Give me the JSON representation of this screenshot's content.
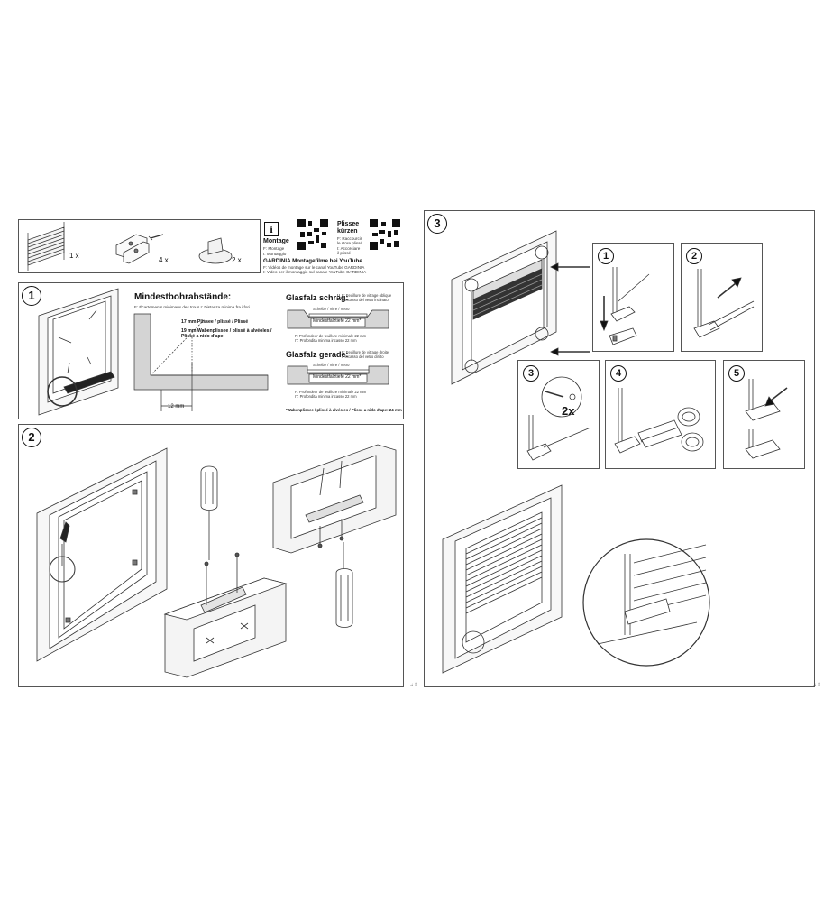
{
  "parts": {
    "qty_1": "1 x",
    "qty_2": "4 x",
    "qty_3": "2 x"
  },
  "montage": {
    "title": "Montage",
    "lines": [
      "F: Montage",
      "I: Montaggio"
    ]
  },
  "kuerzen": {
    "title_1": "Plissee",
    "title_2": "kürzen",
    "lines": [
      "F: Raccourcir",
      "le store plissé",
      "I: Accorciare",
      "il plissé"
    ]
  },
  "youtube": {
    "title": "GARDINIA Montagefilme bei YouTube",
    "lines": [
      "F: Vidéos de montage sur le canal YouTube GARDINIA",
      "I: Video per il montaggio sul canale YouTube GARDINIA"
    ]
  },
  "step1": {
    "number": "1",
    "title": "Mindestbohrabstände:",
    "subtitle": "F: Écartements minimaux des trous    I: Distanza minima fra i fori",
    "dim_a": "17 mm Plissee / plissé / Plissé",
    "dim_b_1": "19 mm Wabenplissee / plissé à alvéoles /",
    "dim_b_2": "Plissé a nido d'ape",
    "dim_c": "12 mm",
    "schraeg": {
      "title": "Glasfalz schräg:",
      "side": [
        "F: Feuillure de vitrage oblique",
        "I: Incasso del vetro inclinato"
      ],
      "glass": "Scheibe / Vitre / Vetro",
      "depth": "Mindestfalztiefe 22 mm*",
      "notes": [
        "F: Profondeur de feuillure minimale 22 mm",
        "IT: Profondità minima incasso 22 mm"
      ]
    },
    "gerade": {
      "title": "Glasfalz gerade:",
      "side": [
        "F: Feuillure de vitrage droite",
        "I: Incasso del vetro diritto"
      ],
      "glass": "Scheibe / Vitre / Vetro",
      "depth": "Mindestfalztiefe 22 mm*",
      "notes": [
        "F: Profondeur de feuillure minimale 22 mm",
        "IT: Profondità minima incasso 22 mm"
      ]
    },
    "footnote": "*Wabenplissee / plissé à alvéoles / Plissé a nido d'ape: 24 mm"
  },
  "step2": {
    "number": "2"
  },
  "step3": {
    "number": "3",
    "sub1": "1",
    "sub2": "2",
    "sub3": "3",
    "sub3_label": "2x",
    "sub4": "4",
    "sub5": "5"
  },
  "page_codes": {
    "left": "0-25",
    "right": "0-25"
  },
  "colors": {
    "line": "#333333",
    "shade": "#d9d9d9",
    "dark": "#2b2b2b"
  }
}
